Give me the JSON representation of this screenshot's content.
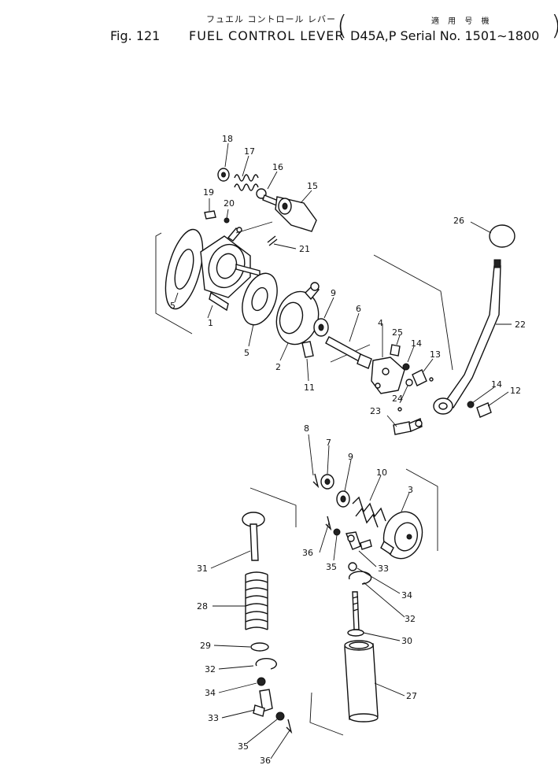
{
  "header": {
    "jp_title": "フュエル コントロール レバー",
    "fig_number": "Fig. 121",
    "title": "FUEL CONTROL LEVER",
    "serial_jp": "適 用 号 機",
    "serial": "D45A,P Serial No. 1501∼1800"
  },
  "callouts": [
    "1",
    "2",
    "3",
    "4",
    "5",
    "5",
    "6",
    "7",
    "8",
    "9",
    "9",
    "10",
    "11",
    "12",
    "13",
    "14",
    "14",
    "15",
    "16",
    "17",
    "18",
    "19",
    "20",
    "21",
    "22",
    "23",
    "24",
    "25",
    "26",
    "27",
    "28",
    "29",
    "30",
    "31",
    "32",
    "32",
    "33",
    "33",
    "34",
    "34",
    "35",
    "35",
    "36",
    "36"
  ]
}
